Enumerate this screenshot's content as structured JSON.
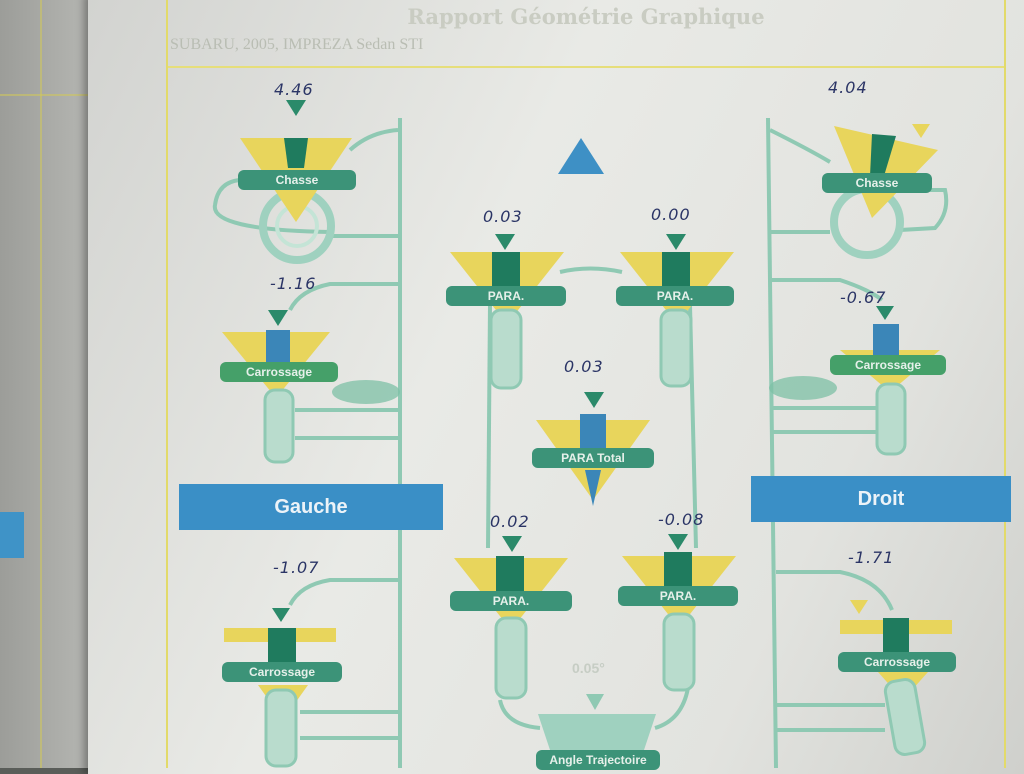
{
  "report": {
    "title": "Rapport Géométrie Graphique",
    "vehicle": "SUBARU, 2005, IMPREZA Sedan STI"
  },
  "sides": {
    "left": "Gauche",
    "right": "Droit"
  },
  "front": {
    "left_caster": {
      "label": "Chasse",
      "value": "4.46"
    },
    "right_caster": {
      "label": "Chasse",
      "value": "4.04"
    },
    "left_camber": {
      "label": "Carrossage",
      "value": "-1.16"
    },
    "right_camber": {
      "label": "Carrossage",
      "value": "-0.67"
    },
    "left_toe": {
      "label": "PARA.",
      "value": "0.03"
    },
    "right_toe": {
      "label": "PARA.",
      "value": "0.00"
    }
  },
  "center": {
    "total_toe": {
      "label": "PARA Total",
      "value": "0.03"
    }
  },
  "rear": {
    "left_camber": {
      "label": "Carrossage",
      "value": "-1.07"
    },
    "right_camber": {
      "label": "Carrossage",
      "value": "-1.71"
    },
    "left_toe": {
      "label": "PARA.",
      "value": "0.02"
    },
    "right_toe": {
      "label": "PARA.",
      "value": "-0.08"
    },
    "thrust_angle": {
      "label": "Angle Trajectoire",
      "value": "0.05°"
    }
  },
  "colors": {
    "blue": "#3a8fc6",
    "green": "#3c9378",
    "yellow": "#e7d35a",
    "line": "#8fc9b3"
  }
}
